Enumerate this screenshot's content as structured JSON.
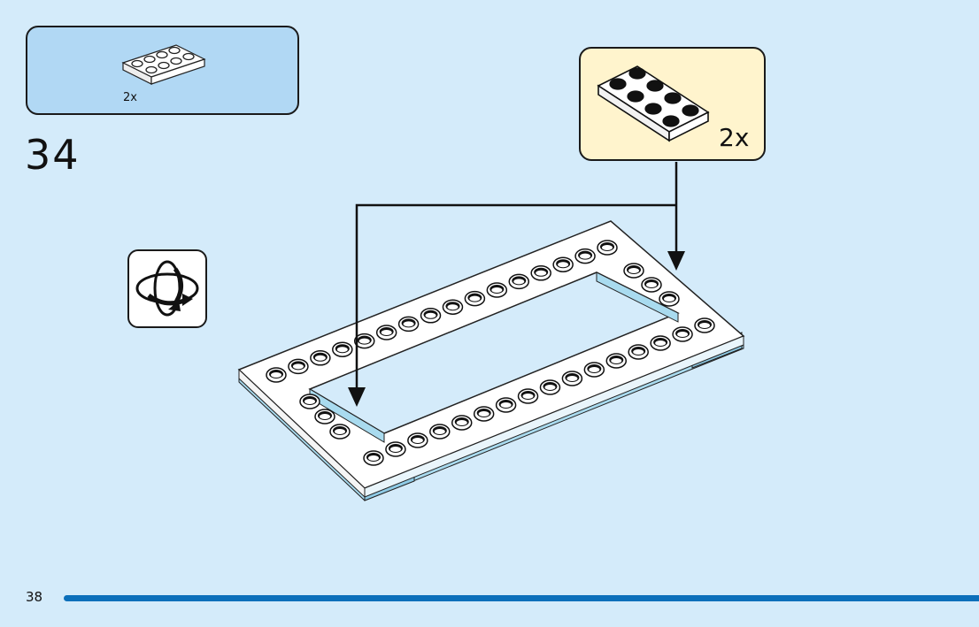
{
  "parts_list": {
    "quantity": "2x",
    "icon": "plate-2x4-icon"
  },
  "step": {
    "number": "34"
  },
  "rotate": {
    "icon": "rotate-model-icon"
  },
  "callout": {
    "quantity": "2x",
    "icon": "plate-2x4-icon"
  },
  "page": {
    "number": "38"
  },
  "colors": {
    "background": "#d4ebfa",
    "parts_box": "#b1d8f4",
    "callout_box": "#fff4cd",
    "page_bar": "#0b6fba",
    "brick_shadow": "#a9dbef"
  }
}
